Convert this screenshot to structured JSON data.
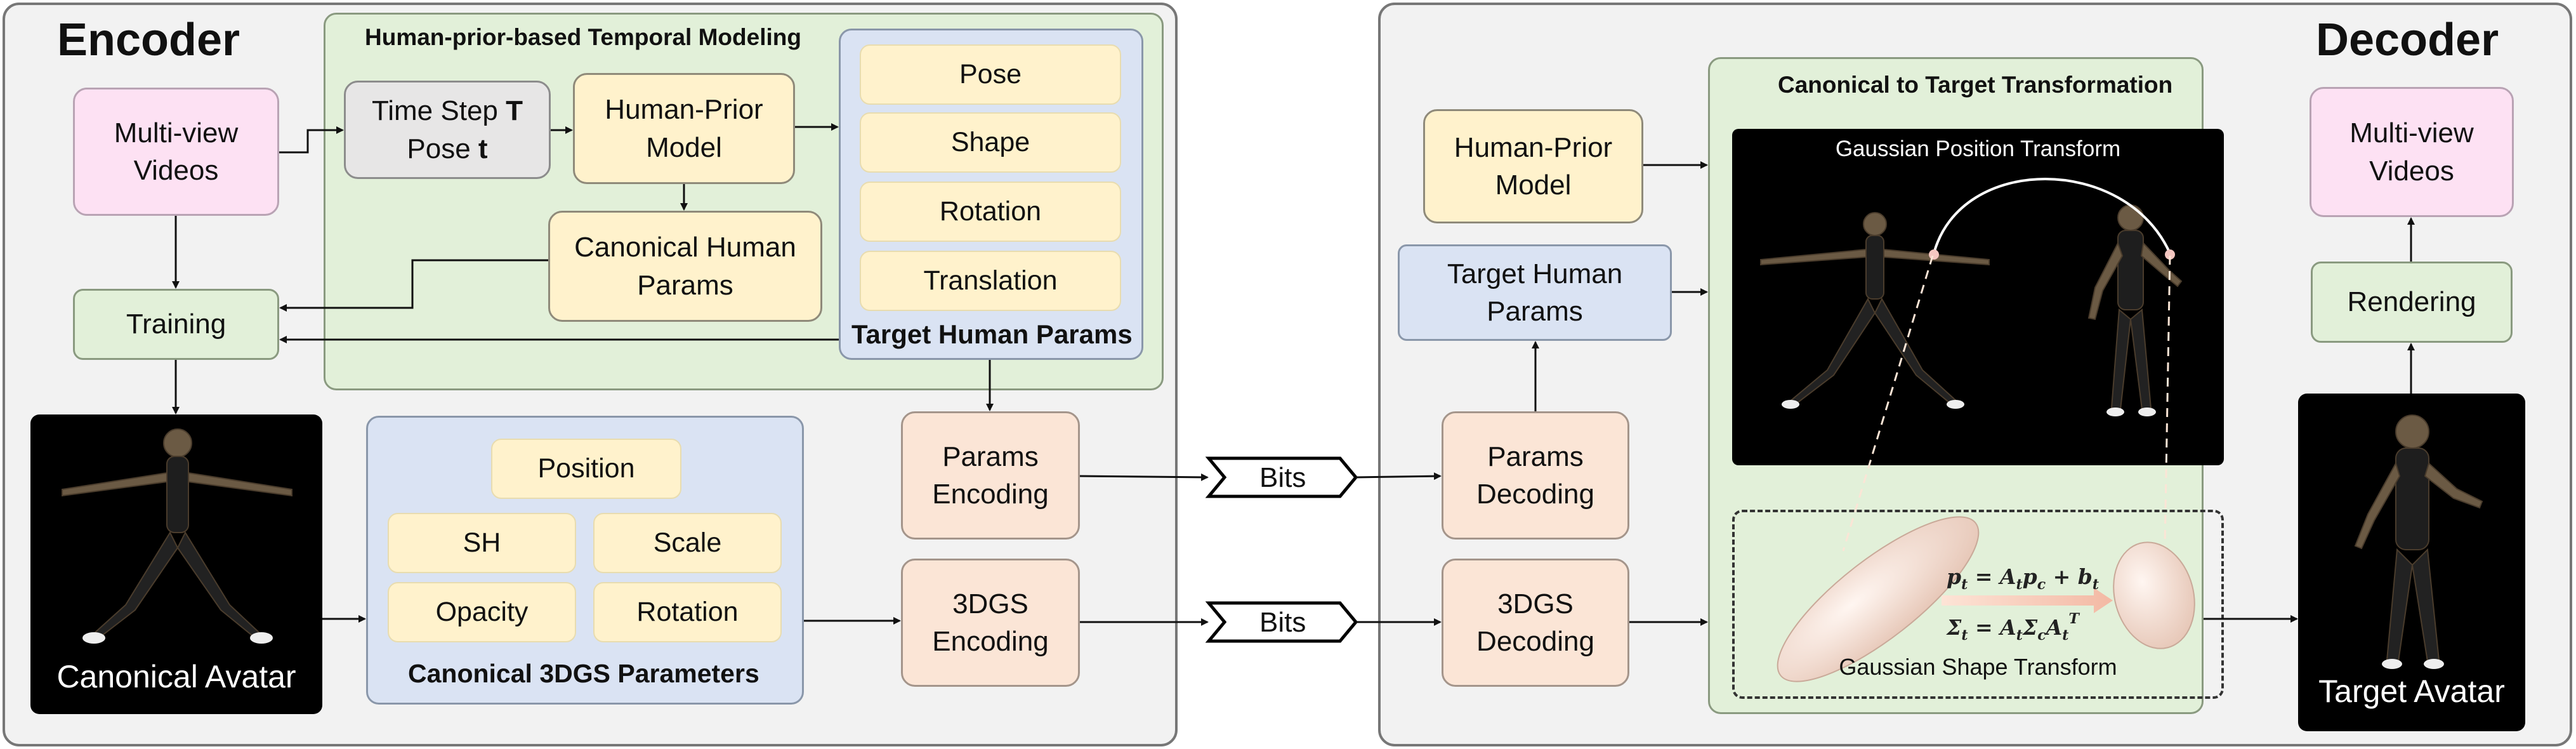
{
  "encoder": {
    "title": "Encoder",
    "multiview": "Multi-view\nVideos",
    "temporal_title": "Human-prior-based Temporal Modeling",
    "timestep_line1": "Time Step ",
    "timestep_T": "T",
    "timestep_line2": "Pose ",
    "timestep_t": "t",
    "human_prior": "Human-Prior\nModel",
    "canonical_params": "Canonical Human\nParams",
    "target_items": [
      "Pose",
      "Shape",
      "Rotation",
      "Translation"
    ],
    "target_title": "Target Human Params",
    "training": "Training",
    "canonical_avatar": "Canonical Avatar",
    "gs_items": [
      "Position",
      "SH",
      "Scale",
      "Opacity",
      "Rotation"
    ],
    "gs_title": "Canonical 3DGS Parameters",
    "params_encoding": "Params\nEncoding",
    "gs_encoding": "3DGS\nEncoding"
  },
  "bits": [
    "Bits",
    "Bits"
  ],
  "decoder": {
    "title": "Decoder",
    "human_prior": "Human-Prior\nModel",
    "target_params": "Target Human\nParams",
    "params_decoding": "Params\nDecoding",
    "gs_decoding": "3DGS\nDecoding",
    "transform_title": "Canonical to Target Transformation",
    "position_transform": "Gaussian Position Transform",
    "shape_transform": "Gaussian Shape Transform",
    "multiview": "Multi-view\nVideos",
    "rendering": "Rendering",
    "target_avatar": "Target Avatar"
  },
  "colors": {
    "pink": "#fde1f3",
    "yellow": "#fff2cc",
    "green": "#e2f0d9",
    "blue": "#dae3f3",
    "peach": "#fbe5d6",
    "panel": "#f2f2f2"
  }
}
